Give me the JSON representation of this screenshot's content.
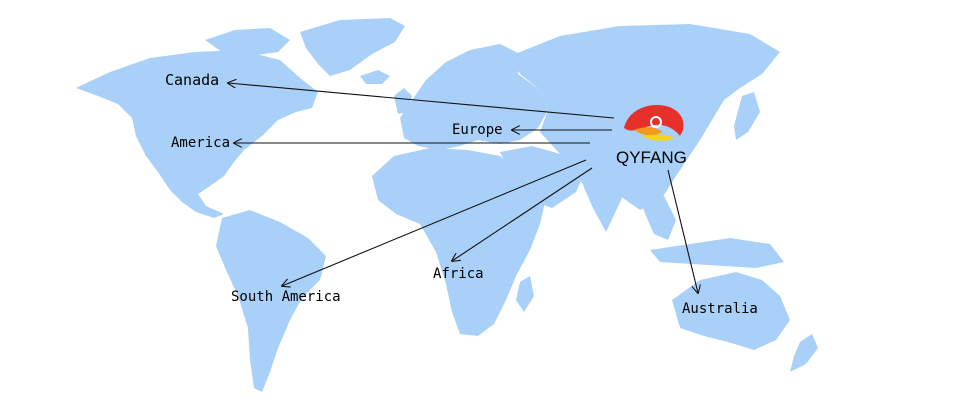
{
  "brand": {
    "name": "QYFANG",
    "logo_colors": [
      "#e8302a",
      "#f39a1e",
      "#f6d21d"
    ]
  },
  "map": {
    "land_color": "#a8d0f8",
    "background_color": "#ffffff",
    "arrow_color": "#111111"
  },
  "destinations": [
    {
      "id": "canada",
      "label": "Canada"
    },
    {
      "id": "america",
      "label": "America"
    },
    {
      "id": "europe",
      "label": "Europe"
    },
    {
      "id": "south-america",
      "label": "South America"
    },
    {
      "id": "africa",
      "label": "Africa"
    },
    {
      "id": "australia",
      "label": "Australia"
    }
  ]
}
